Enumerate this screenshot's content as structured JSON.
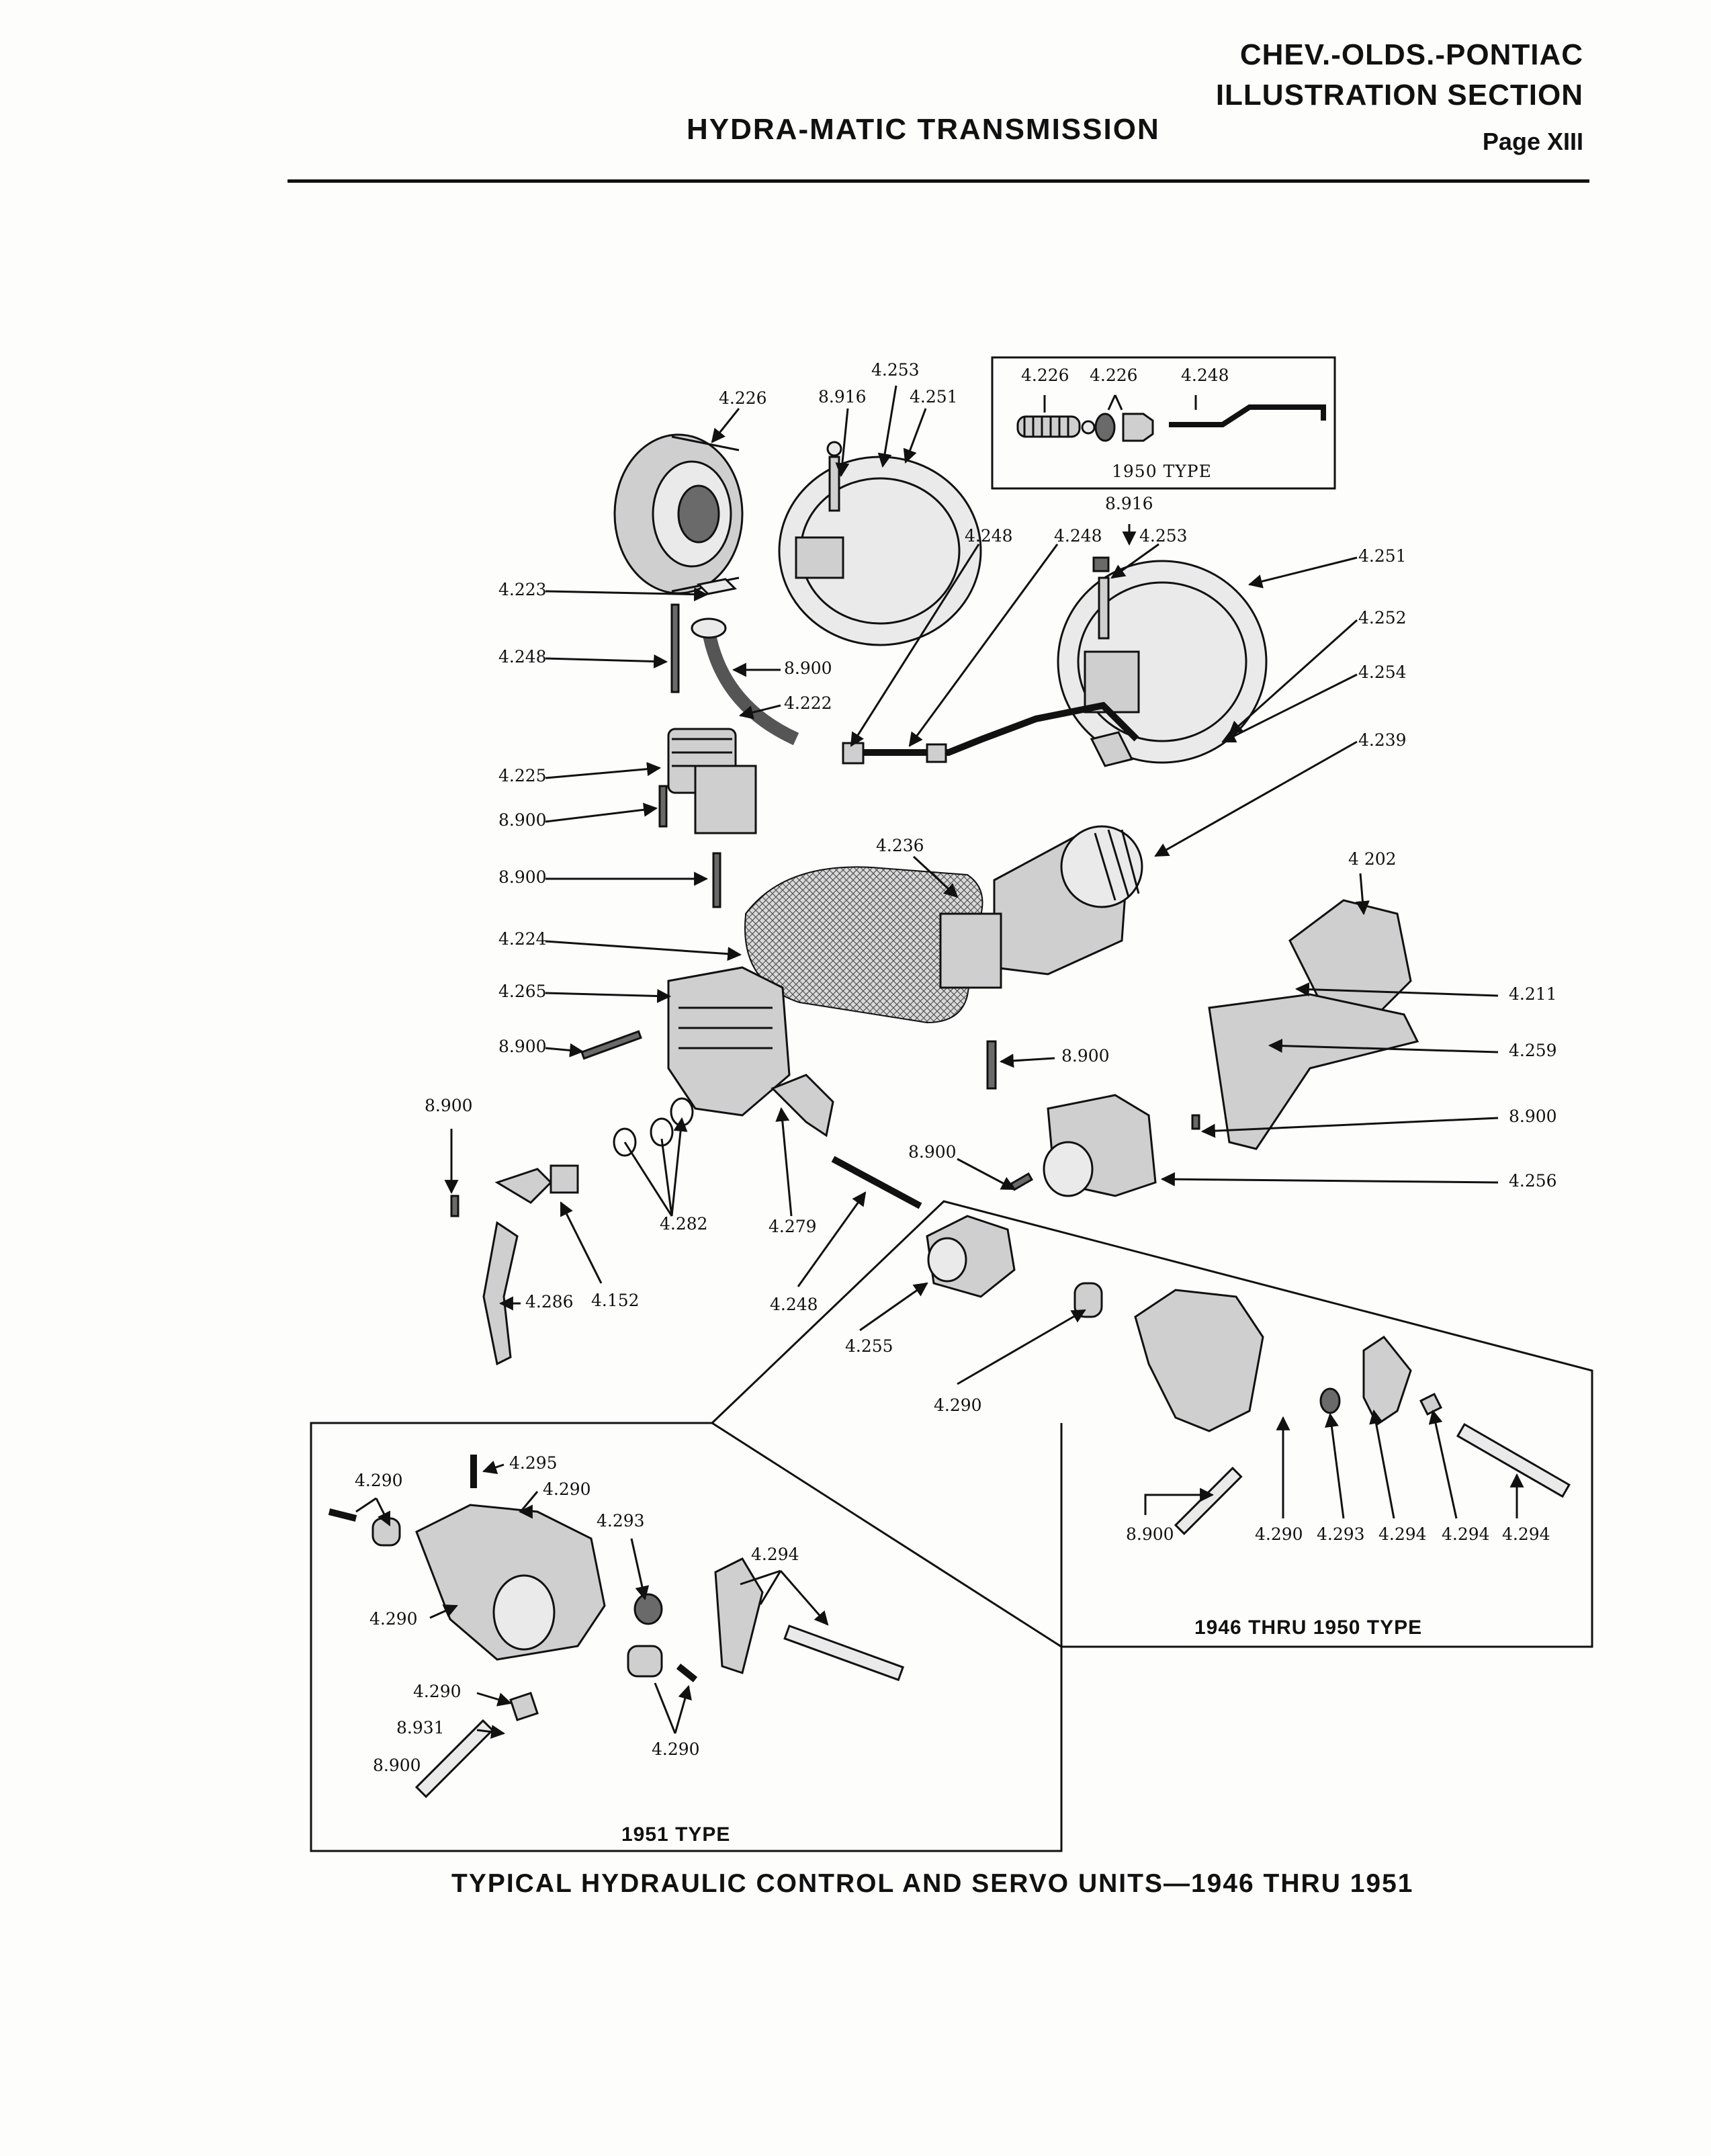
{
  "header": {
    "right_line1": "CHEV.-OLDS.-PONTIAC",
    "right_line2": "ILLUSTRATION SECTION",
    "page": "Page XIII",
    "title": "HYDRA-MATIC TRANSMISSION"
  },
  "caption": "TYPICAL HYDRAULIC CONTROL AND SERVO UNITS—1946 THRU 1951",
  "boxes": {
    "type_1950": "1950 TYPE",
    "type_1946_1950": "1946 THRU 1950 TYPE",
    "type_1951": "1951 TYPE"
  },
  "labels": {
    "l01": "4.253",
    "l02": "8.916",
    "l03": "4.251",
    "l04": "4.226",
    "l05": "4.226",
    "l06": "4.226",
    "l07": "4.248",
    "l08": "8.916",
    "l09": "4.248",
    "l10": "4.248",
    "l11": "4.253",
    "l12": "4.251",
    "l13": "4.252",
    "l14": "4.254",
    "l15": "4.239",
    "l16": "4.223",
    "l17": "4.248",
    "l18": "8.900",
    "l19": "4.222",
    "l20": "4.225",
    "l21": "8.900",
    "l22": "8.900",
    "l23": "4.236",
    "l24": "4 202",
    "l25": "4.224",
    "l26": "4.265",
    "l27": "4.211",
    "l28": "8.900",
    "l29": "8.900",
    "l30": "4.259",
    "l31": "8.900",
    "l32": "8.900",
    "l33": "4.256",
    "l34": "4.282",
    "l35": "4.279",
    "l36": "4.286",
    "l37": "4.152",
    "l38": "4.248",
    "l39": "4.255",
    "l40": "4.290",
    "l41": "8.900",
    "l42": "4.290",
    "l43": "4.293",
    "l44": "4.294",
    "l45": "4.294",
    "l46": "4.294",
    "l47": "4.295",
    "l48": "4.290",
    "l49": "4.290",
    "l50": "4.293",
    "l51": "4.294",
    "l52": "4.290",
    "l53": "4.290",
    "l54": "8.931",
    "l55": "8.900",
    "l56": "4.290"
  }
}
